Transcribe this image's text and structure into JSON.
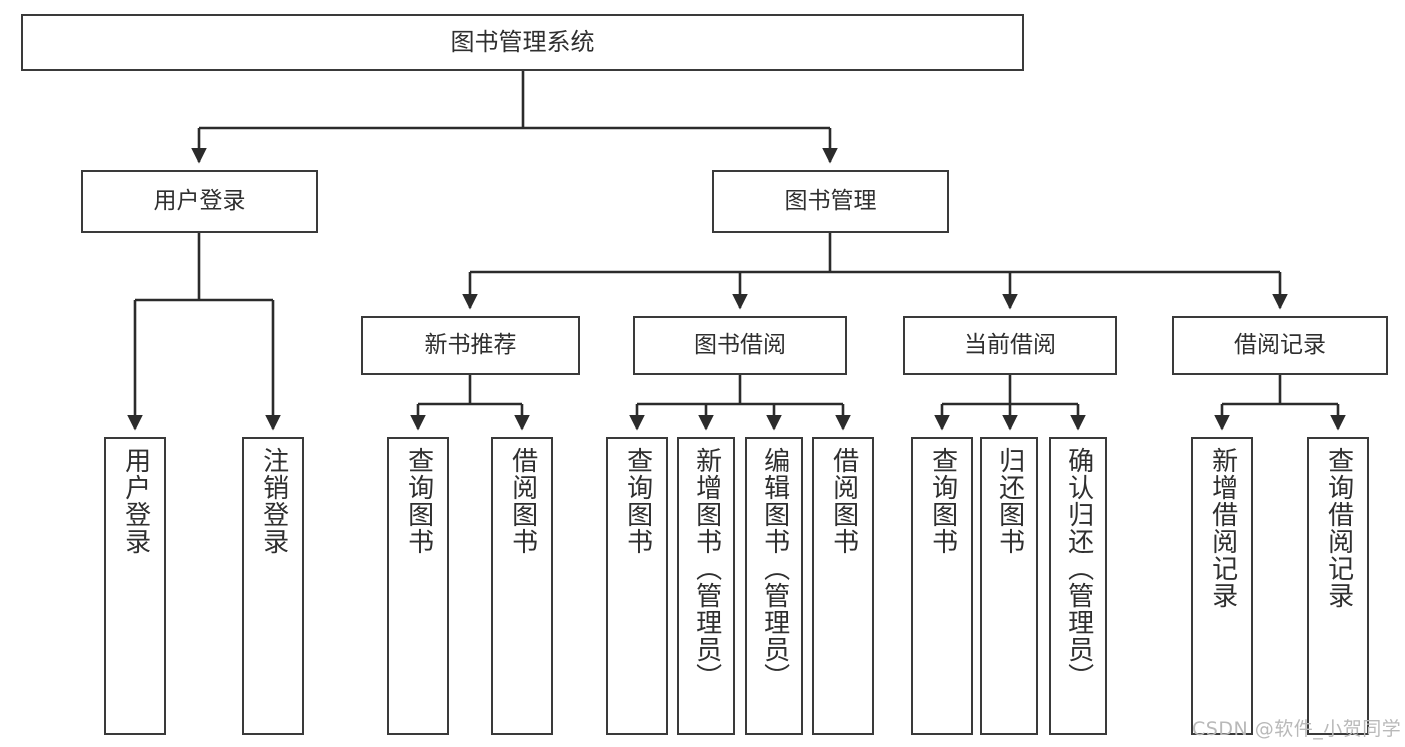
{
  "diagram": {
    "title": "图书管理系统",
    "type": "tree-hierarchy-diagram",
    "colors": {
      "background": "#ffffff",
      "box_border": "#3a3a3a",
      "box_fill": "#ffffff",
      "text": "#2f2f2f",
      "connector": "#2b2b2b",
      "watermark": "#b9b9b9"
    },
    "nodes": {
      "root": {
        "label": "图书管理系统"
      },
      "level1": [
        {
          "id": "user-login",
          "label": "用户登录"
        },
        {
          "id": "book-manage",
          "label": "图书管理"
        }
      ],
      "level2": [
        {
          "id": "new-book-recommend",
          "label": "新书推荐"
        },
        {
          "id": "book-borrow",
          "label": "图书借阅"
        },
        {
          "id": "current-borrow",
          "label": "当前借阅"
        },
        {
          "id": "borrow-record",
          "label": "借阅记录"
        }
      ],
      "leaves": {
        "user_login": [
          {
            "id": "leaf-user-login",
            "label": "用户登录"
          },
          {
            "id": "leaf-logout",
            "label": "注销登录"
          }
        ],
        "new_book_recommend": [
          {
            "id": "leaf-query-book-1",
            "label": "查询图书"
          },
          {
            "id": "leaf-borrow-book-1",
            "label": "借阅图书"
          }
        ],
        "book_borrow": [
          {
            "id": "leaf-query-book-2",
            "label": "查询图书"
          },
          {
            "id": "leaf-add-book",
            "label": "新增图书（管理员）"
          },
          {
            "id": "leaf-edit-book",
            "label": "编辑图书（管理员）"
          },
          {
            "id": "leaf-borrow-book-2",
            "label": "借阅图书"
          }
        ],
        "current_borrow": [
          {
            "id": "leaf-query-book-3",
            "label": "查询图书"
          },
          {
            "id": "leaf-return-book",
            "label": "归还图书"
          },
          {
            "id": "leaf-confirm-return",
            "label": "确认归还（管理员）"
          }
        ],
        "borrow_record": [
          {
            "id": "leaf-add-record",
            "label": "新增借阅记录"
          },
          {
            "id": "leaf-query-record",
            "label": "查询借阅记录"
          }
        ]
      }
    },
    "watermark": "CSDN @软件_小贺同学"
  }
}
